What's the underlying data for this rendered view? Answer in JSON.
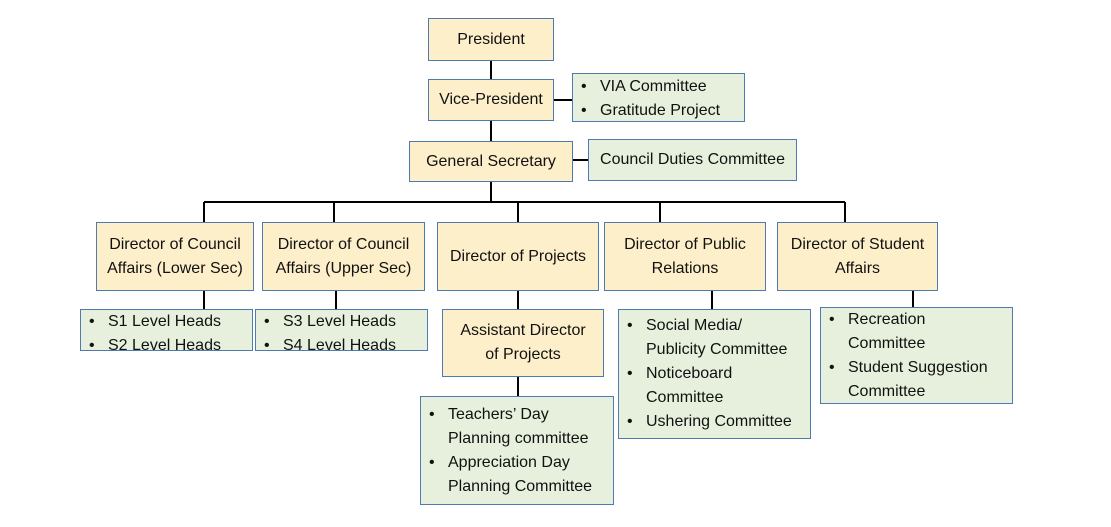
{
  "roles": {
    "president": "President",
    "vice_president": "Vice-President",
    "general_secretary": "General Secretary",
    "dir_council_lower": [
      "Director of Council",
      "Affairs (Lower Sec)"
    ],
    "dir_council_upper": [
      "Director of Council",
      "Affairs (Upper Sec)"
    ],
    "dir_projects": "Director of Projects",
    "dir_public_relations": [
      "Director of Public",
      "Relations"
    ],
    "dir_student_affairs": [
      "Director of Student",
      "Affairs"
    ],
    "asst_dir_projects": [
      "Assistant Director",
      "of Projects"
    ]
  },
  "duties": {
    "vice_president": [
      "VIA Committee",
      "Gratitude Project"
    ],
    "general_secretary": "Council Duties Committee",
    "council_lower": [
      "S1 Level Heads",
      "S2 Level Heads"
    ],
    "council_upper": [
      "S3 Level Heads",
      "S4 Level Heads"
    ],
    "asst_projects": [
      "Teachers’ Day Planning committee",
      "Appreciation Day Planning Committee"
    ],
    "public_relations": [
      "Social Media/ Publicity Committee",
      "Noticeboard Committee",
      "Ushering Committee"
    ],
    "student_affairs": [
      "Recreation Committee",
      "Student Suggestion Committee"
    ]
  },
  "colors": {
    "role_fill": "#fdefc9",
    "duty_fill": "#e6f0dc",
    "border": "#4f7ab0",
    "connector": "#000000"
  }
}
